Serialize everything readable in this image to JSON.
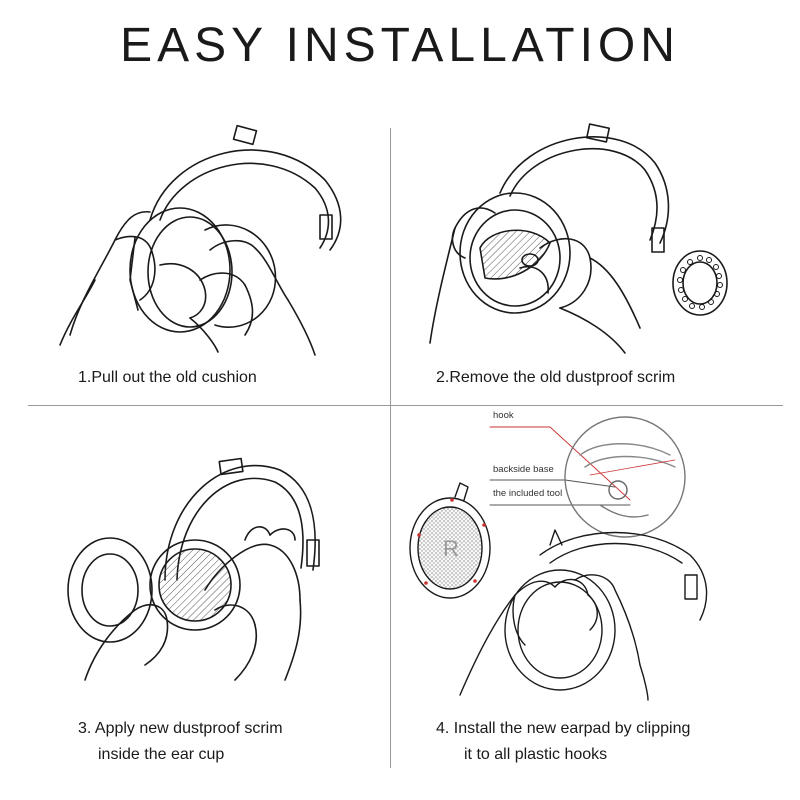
{
  "title": "EASY INSTALLATION",
  "steps": [
    {
      "line1": "1.Pull out the old cushion",
      "line2": ""
    },
    {
      "line1": "2.Remove the old dustproof scrim",
      "line2": ""
    },
    {
      "line1": "3. Apply new dustproof scrim",
      "line2": "inside the ear cup"
    },
    {
      "line1": "4.  Install the new earpad by clipping",
      "line2": "it to all plastic hooks"
    }
  ],
  "callouts": {
    "hook": "hook",
    "backside_base": "backside base",
    "included_tool": "the included tool"
  },
  "ear_side_letter": "R"
}
